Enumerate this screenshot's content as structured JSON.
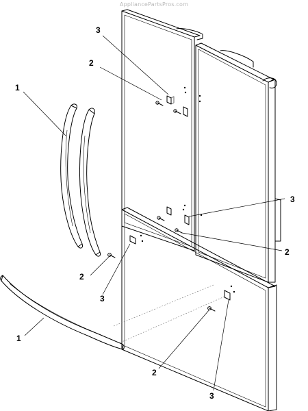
{
  "watermark": "AppliancePartsPros.com",
  "callouts": {
    "c1": "3",
    "c2": "2",
    "c3": "1",
    "c4": "3",
    "c5": "2",
    "c6": "2",
    "c7": "3",
    "c8": "1",
    "c9": "2",
    "c10": "3"
  },
  "icons": [
    "door-hinge-icon",
    "screw-icon"
  ]
}
